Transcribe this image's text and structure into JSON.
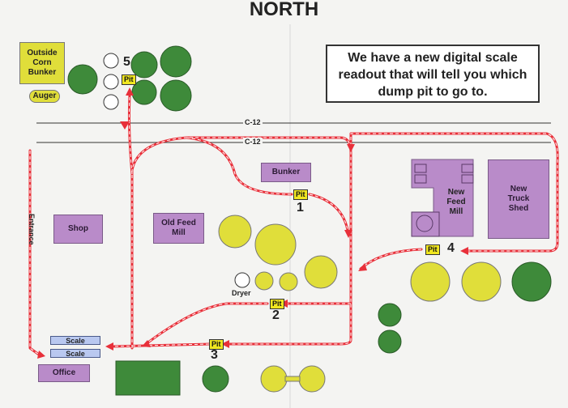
{
  "title": "NORTH",
  "notice": "We have a new digital scale readout that will tell you which dump pit to go to.",
  "roads": {
    "road_upper": "C-12",
    "road_lower": "C-12",
    "entrance": "Entrance"
  },
  "buildings": {
    "outside_corn_bunker": "Outside Corn Bunker",
    "auger": "Auger",
    "bunker": "Bunker",
    "shop": "Shop",
    "old_feed_mill": "Old Feed Mill",
    "new_feed_mill": "New Feed Mill",
    "new_truck_shed": "New Truck Shed",
    "office": "Office",
    "dryer": "Dryer",
    "scale_1": "Scale",
    "scale_2": "Scale"
  },
  "pits": [
    {
      "label": "Pit",
      "number": "1"
    },
    {
      "label": "Pit",
      "number": "2"
    },
    {
      "label": "Pit",
      "number": "3"
    },
    {
      "label": "Pit",
      "number": "4"
    },
    {
      "label": "Pit",
      "number": "5"
    }
  ],
  "colors": {
    "route": "#e8303a",
    "building": "#b98bc9",
    "yellow_bin": "#e0de3a",
    "green_bin": "#3e8a3a",
    "pit": "#f0e620",
    "scale": "#b9c8f0"
  }
}
